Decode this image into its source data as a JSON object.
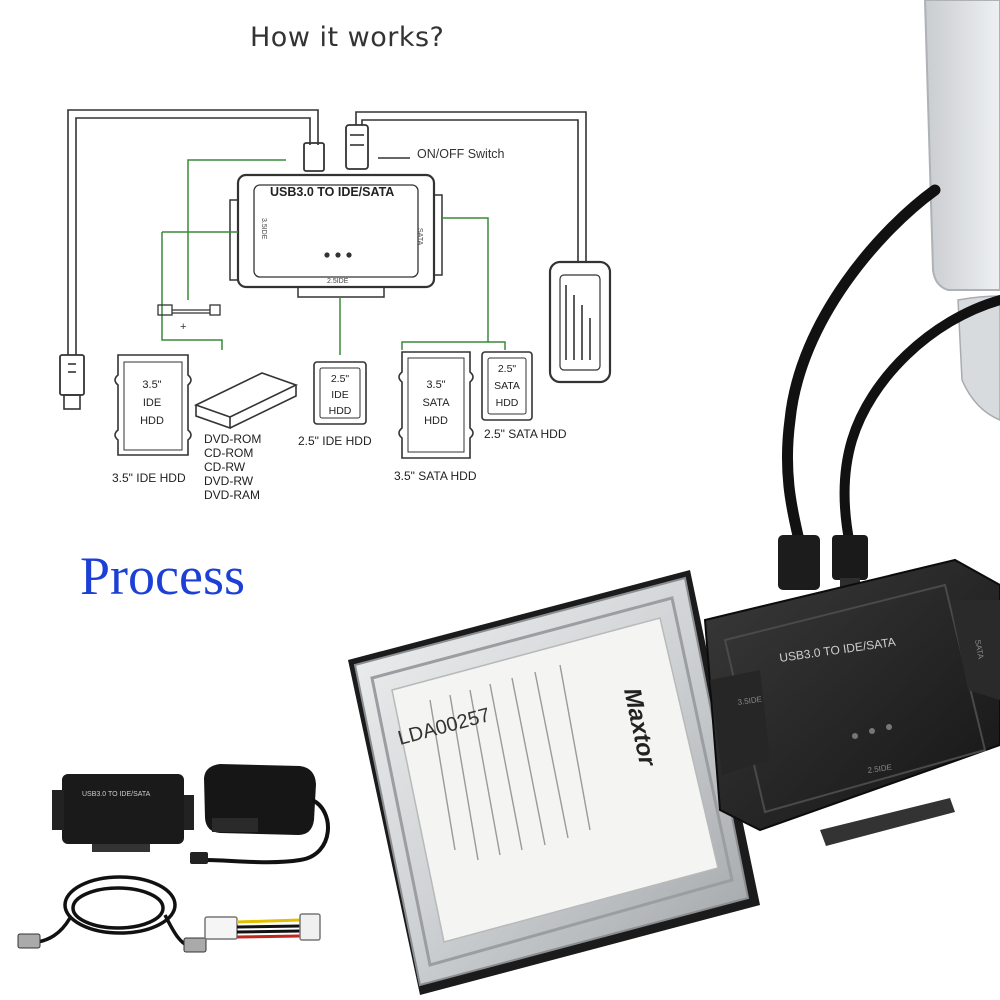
{
  "heading": "How it works?",
  "process_label": "Process",
  "diagram": {
    "switch_label": "ON/OFF Switch",
    "adapter_label": "USB3.0 TO IDE/SATA",
    "port_left": "3.5IDE",
    "port_right": "SATA",
    "port_bottom": "2.5IDE",
    "power_plus": "+",
    "ide35_box": [
      "3.5\"",
      "IDE",
      "HDD"
    ],
    "ide35_caption": "3.5\" IDE HDD",
    "optical_list": [
      "DVD-ROM",
      "CD-ROM",
      "CD-RW",
      "DVD-RW",
      "DVD-RAM"
    ],
    "ide25_box": [
      "2.5\"",
      "IDE",
      "HDD"
    ],
    "ide25_caption": "2.5\" IDE HDD",
    "sata35_box": [
      "3.5\"",
      "SATA",
      "HDD"
    ],
    "sata35_caption": "3.5\" SATA HDD",
    "sata25_box": [
      "2.5\"",
      "SATA",
      "HDD"
    ],
    "sata25_caption": "2.5\" SATA HDD"
  },
  "photo": {
    "adapter_label": "USB3.0 TO IDE/SATA",
    "port_left": "3.5IDE",
    "port_right": "SATA",
    "port_bottom": "2.5IDE",
    "hdd_brand": "Maxtor",
    "hdd_label_code": "LDA00257",
    "kit_adapter_label": "USB3.0 TO IDE/SATA"
  },
  "colors": {
    "heading": "#333333",
    "process": "#1c3fd6",
    "diagram_line": "#333333",
    "green_line": "#3a8a3a",
    "adapter_body": "#2b2b2b"
  }
}
